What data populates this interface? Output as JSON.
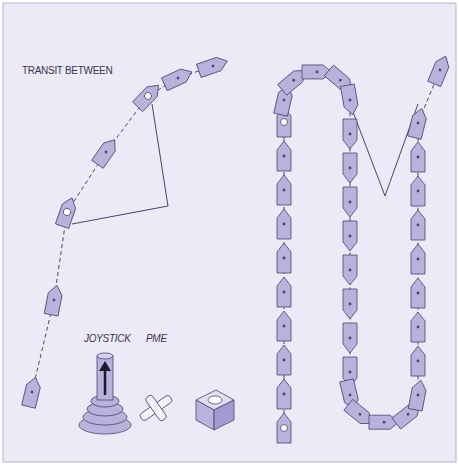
{
  "diagram": {
    "labels": [
      "TRANSIT BETWEEN",
      "JOYSTICK",
      "PME"
    ]
  }
}
